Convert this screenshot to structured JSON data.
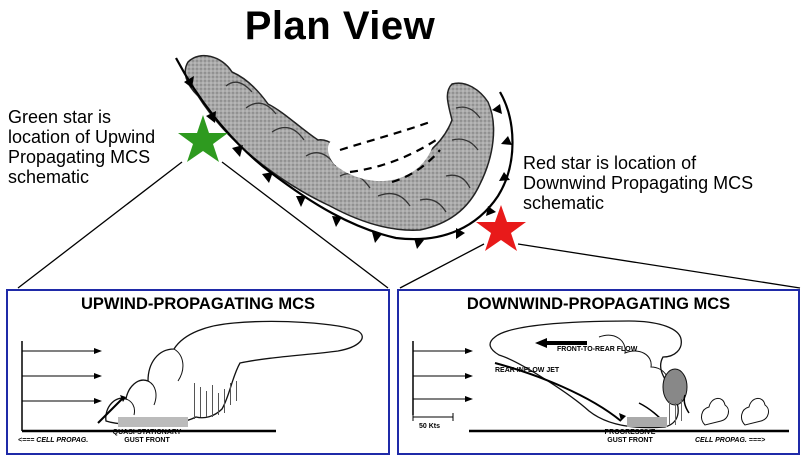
{
  "title": "Plan View",
  "notes": {
    "green": "Green star is\nlocation of Upwind\nPropagating MCS\nschematic",
    "red": "Red star is location of\nDownwind Propagating MCS\nschematic"
  },
  "stars": {
    "green_color": "#2e9a1f",
    "red_color": "#e81a1a"
  },
  "panel_border_color": "#1f2aa8",
  "upwind_panel": {
    "title": "UPWIND-PROPAGATING MCS",
    "cell_propag": "<=== CELL PROPAG.",
    "front": "QUASI-STATIONARY\nGUST FRONT"
  },
  "downwind_panel": {
    "title": "DOWNWIND-PROPAGATING MCS",
    "front_to_rear": "FRONT-TO-REAR FLOW",
    "rear_inflow": "REAR INFLOW JET",
    "scale": "50 Kts",
    "front": "PROGRESSIVE\nGUST FRONT",
    "cell_propag": "CELL PROPAG. ===>"
  }
}
